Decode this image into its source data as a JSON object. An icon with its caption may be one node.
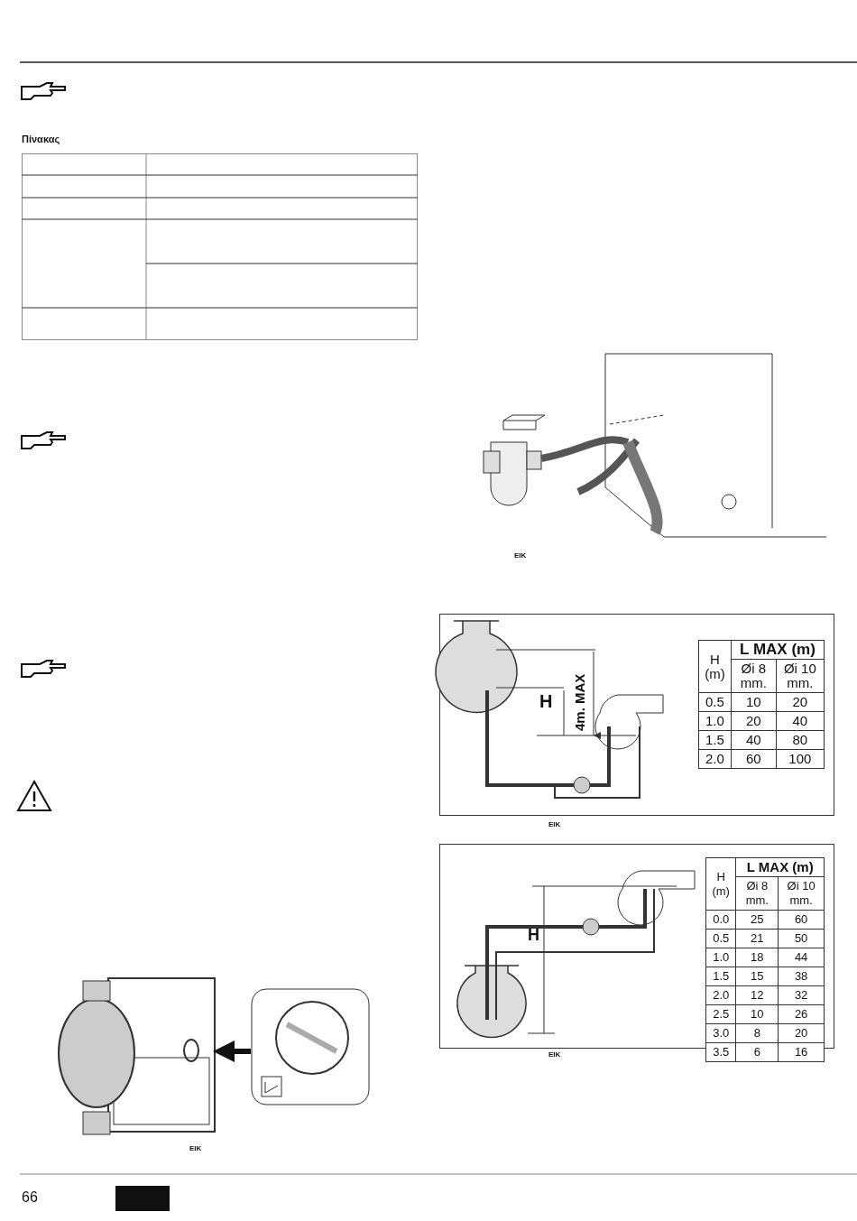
{
  "diagram": {
    "nodes": [
      {
        "text": [],
        "shape": "picture"
      },
      {
        "text": [],
        "shape": "picture"
      }
    ],
    "edges": [
      {
        "from": 1,
        "to": 0,
        "arrow": "to"
      }
    ],
    "labels": [
      "Πίνακας",
      "ΕΙΚ",
      "ΕΙΚ",
      "H",
      "4m. MAX",
      "H (m)",
      "L MAX (m)",
      "Øi 8 mm.",
      "Øi 10 mm.",
      "0.5",
      "10",
      "20",
      "1.0",
      "20",
      "40",
      "1.5",
      "40",
      "80",
      "2.0",
      "60",
      "100",
      "ΕΙΚ",
      "H",
      "H (m)",
      "L MAX (m)",
      "Øi 8 mm.",
      "Øi 10 mm.",
      "0.0",
      "25",
      "60",
      "0.5",
      "21",
      "50",
      "1.0",
      "18",
      "44",
      "1.5",
      "15",
      "38",
      "2.0",
      "12",
      "32",
      "2.5",
      "10",
      "26",
      "3.0",
      "8",
      "20",
      "3.5",
      "6",
      "16",
      "ΕΙΚ",
      "66"
    ]
  }
}
